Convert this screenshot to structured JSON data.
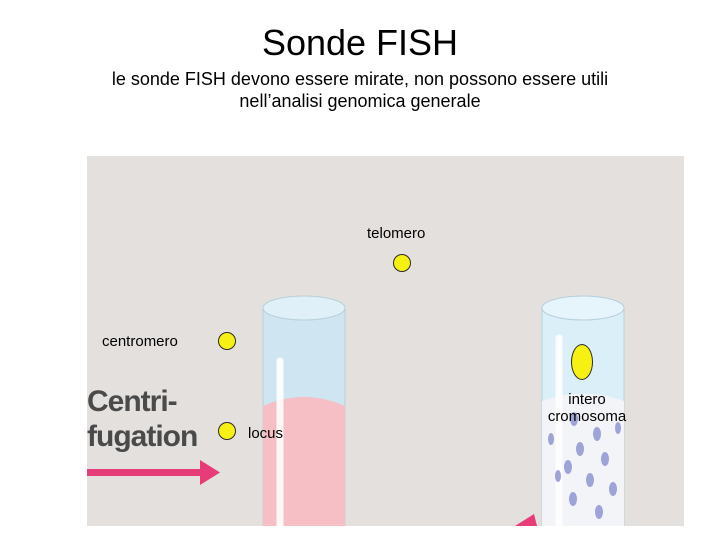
{
  "slide": {
    "title": "Sonde FISH",
    "subtitle_line1": "le sonde FISH devono essere mirate, non possono essere utili",
    "subtitle_line2": "nell’analisi genomica generale"
  },
  "figure": {
    "caption_line1": "Centri-",
    "caption_line2": "fugation",
    "colors": {
      "background": "#e4e0de",
      "tube_liquid_top": "#cfe6f2",
      "tube_pink": "#f5bfc5",
      "arrow": "#e63c78",
      "caption": "#4a4a4a",
      "spots": "#9ea3d8"
    }
  },
  "labels": {
    "telomero": "telomero",
    "centromero": "centromero",
    "locus": "locus",
    "intero_line1": "intero",
    "intero_line2": "cromosoma"
  },
  "markers": {
    "color": "#f7f013"
  }
}
